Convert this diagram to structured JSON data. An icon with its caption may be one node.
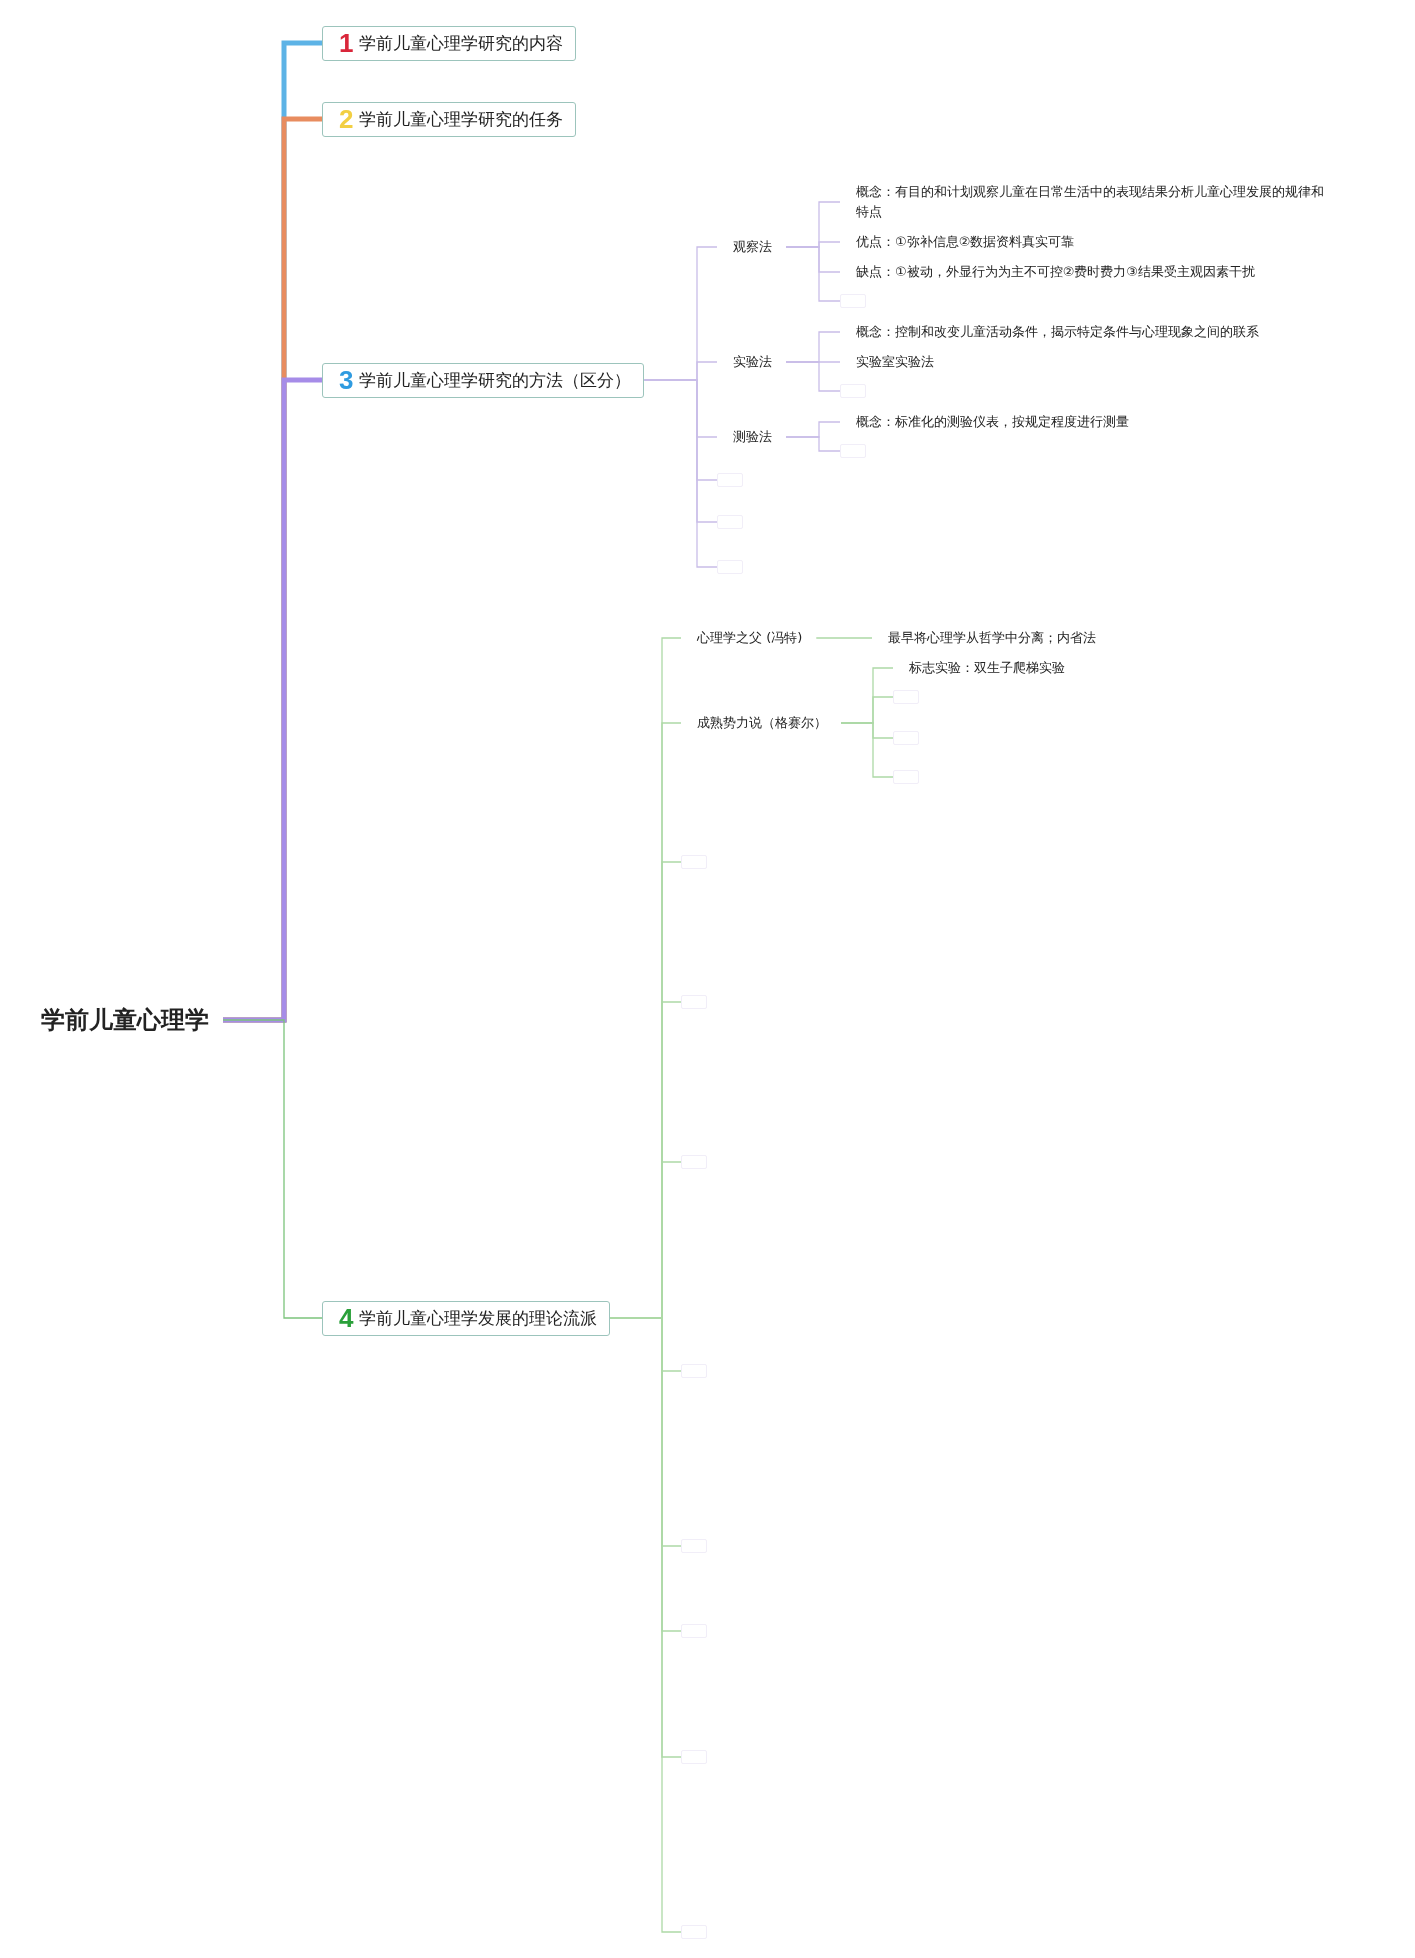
{
  "diagram": {
    "nodes": [
      {
        "text": [
          "学前儿童心理学"
        ]
      },
      {
        "text": [
          "1",
          "学前儿童心理学研究的内容"
        ]
      },
      {
        "text": [
          "2",
          "学前儿童心理学研究的任务"
        ]
      },
      {
        "text": [
          "3",
          "学前儿童心理学研究的方法（区分）"
        ]
      },
      {
        "text": [
          "观察法"
        ]
      },
      {
        "text": [
          "概念：有目的和计划观察儿童在日常生活中的表现结果分析儿童心理发展的规律和特点"
        ]
      },
      {
        "text": [
          "优点：①弥补信息②数据资料真实可靠"
        ]
      },
      {
        "text": [
          "缺点：①被动，外显行为为主不可控②费时费力③结果受主观因素干扰"
        ]
      },
      {
        "text": [],
        "shape": "box"
      },
      {
        "text": [
          "实验法"
        ]
      },
      {
        "text": [
          "概念：控制和改变儿童活动条件，揭示特定条件与心理现象之间的联系"
        ]
      },
      {
        "text": [
          "实验室实验法"
        ]
      },
      {
        "text": [],
        "shape": "box"
      },
      {
        "text": [
          "测验法"
        ]
      },
      {
        "text": [
          "概念：标准化的测验仪表，按规定程度进行测量"
        ]
      },
      {
        "text": [],
        "shape": "box"
      },
      {
        "text": [],
        "shape": "box"
      },
      {
        "text": [],
        "shape": "box"
      },
      {
        "text": [],
        "shape": "box"
      },
      {
        "text": [
          "4",
          "学前儿童心理学发展的理论流派"
        ]
      },
      {
        "text": [
          "心理学之父 (冯特)"
        ]
      },
      {
        "text": [
          "最早将心理学从哲学中分离；内省法"
        ]
      },
      {
        "text": [
          "成熟势力说（格赛尔）"
        ]
      },
      {
        "text": [
          "标志实验：双生子爬梯实验"
        ]
      },
      {
        "text": [],
        "shape": "box"
      },
      {
        "text": [],
        "shape": "box"
      },
      {
        "text": [],
        "shape": "box"
      },
      {
        "text": [],
        "shape": "box"
      },
      {
        "text": [],
        "shape": "box"
      },
      {
        "text": [],
        "shape": "box"
      },
      {
        "text": [],
        "shape": "box"
      },
      {
        "text": [],
        "shape": "box"
      },
      {
        "text": [],
        "shape": "box"
      },
      {
        "text": [],
        "shape": "box"
      },
      {
        "text": [],
        "shape": "box"
      }
    ],
    "edges": [
      {
        "from": 0,
        "to": 1,
        "arrow": "none",
        "style": "thick",
        "color": "#5db3e6"
      },
      {
        "from": 0,
        "to": 2,
        "arrow": "none",
        "style": "thick",
        "color": "#e88c5f"
      },
      {
        "from": 0,
        "to": 3,
        "arrow": "none",
        "style": "thick",
        "color": "#a68ce8"
      },
      {
        "from": 0,
        "to": 19,
        "arrow": "none",
        "color": "#7cc47c"
      },
      {
        "from": 3,
        "to": 4,
        "arrow": "none",
        "color": "#c9bde8"
      },
      {
        "from": 4,
        "to": 5,
        "arrow": "none",
        "color": "#c9bde8"
      },
      {
        "from": 4,
        "to": 6,
        "arrow": "none",
        "color": "#c9bde8"
      },
      {
        "from": 4,
        "to": 7,
        "arrow": "none",
        "color": "#c9bde8"
      },
      {
        "from": 4,
        "to": 8,
        "arrow": "none",
        "color": "#c9bde8"
      },
      {
        "from": 3,
        "to": 9,
        "arrow": "none",
        "color": "#c9bde8"
      },
      {
        "from": 9,
        "to": 10,
        "arrow": "none",
        "color": "#c9bde8"
      },
      {
        "from": 9,
        "to": 11,
        "arrow": "none",
        "color": "#c9bde8"
      },
      {
        "from": 9,
        "to": 12,
        "arrow": "none",
        "color": "#c9bde8"
      },
      {
        "from": 3,
        "to": 13,
        "arrow": "none",
        "color": "#c9bde8"
      },
      {
        "from": 13,
        "to": 14,
        "arrow": "none",
        "color": "#c9bde8"
      },
      {
        "from": 13,
        "to": 15,
        "arrow": "none",
        "color": "#c9bde8"
      },
      {
        "from": 3,
        "to": 16,
        "arrow": "none",
        "color": "#c9bde8"
      },
      {
        "from": 3,
        "to": 17,
        "arrow": "none",
        "color": "#c9bde8"
      },
      {
        "from": 3,
        "to": 18,
        "arrow": "none",
        "color": "#c9bde8"
      },
      {
        "from": 19,
        "to": 20,
        "arrow": "none",
        "color": "#add9a6"
      },
      {
        "from": 20,
        "to": 21,
        "arrow": "none",
        "color": "#add9a6"
      },
      {
        "from": 19,
        "to": 22,
        "arrow": "none",
        "color": "#add9a6"
      },
      {
        "from": 22,
        "to": 23,
        "arrow": "none",
        "color": "#add9a6"
      },
      {
        "from": 22,
        "to": 24,
        "arrow": "none",
        "color": "#add9a6"
      },
      {
        "from": 22,
        "to": 25,
        "arrow": "none",
        "color": "#add9a6"
      },
      {
        "from": 22,
        "to": 26,
        "arrow": "none",
        "color": "#add9a6"
      },
      {
        "from": 19,
        "to": 27,
        "arrow": "none",
        "color": "#add9a6"
      },
      {
        "from": 19,
        "to": 28,
        "arrow": "none",
        "color": "#add9a6"
      },
      {
        "from": 19,
        "to": 29,
        "arrow": "none",
        "color": "#add9a6"
      },
      {
        "from": 19,
        "to": 30,
        "arrow": "none",
        "color": "#add9a6"
      },
      {
        "from": 19,
        "to": 31,
        "arrow": "none",
        "color": "#add9a6"
      },
      {
        "from": 19,
        "to": 32,
        "arrow": "none",
        "color": "#add9a6"
      },
      {
        "from": 19,
        "to": 33,
        "arrow": "none",
        "color": "#add9a6"
      },
      {
        "from": 19,
        "to": 34,
        "arrow": "none",
        "color": "#add9a6"
      }
    ]
  }
}
